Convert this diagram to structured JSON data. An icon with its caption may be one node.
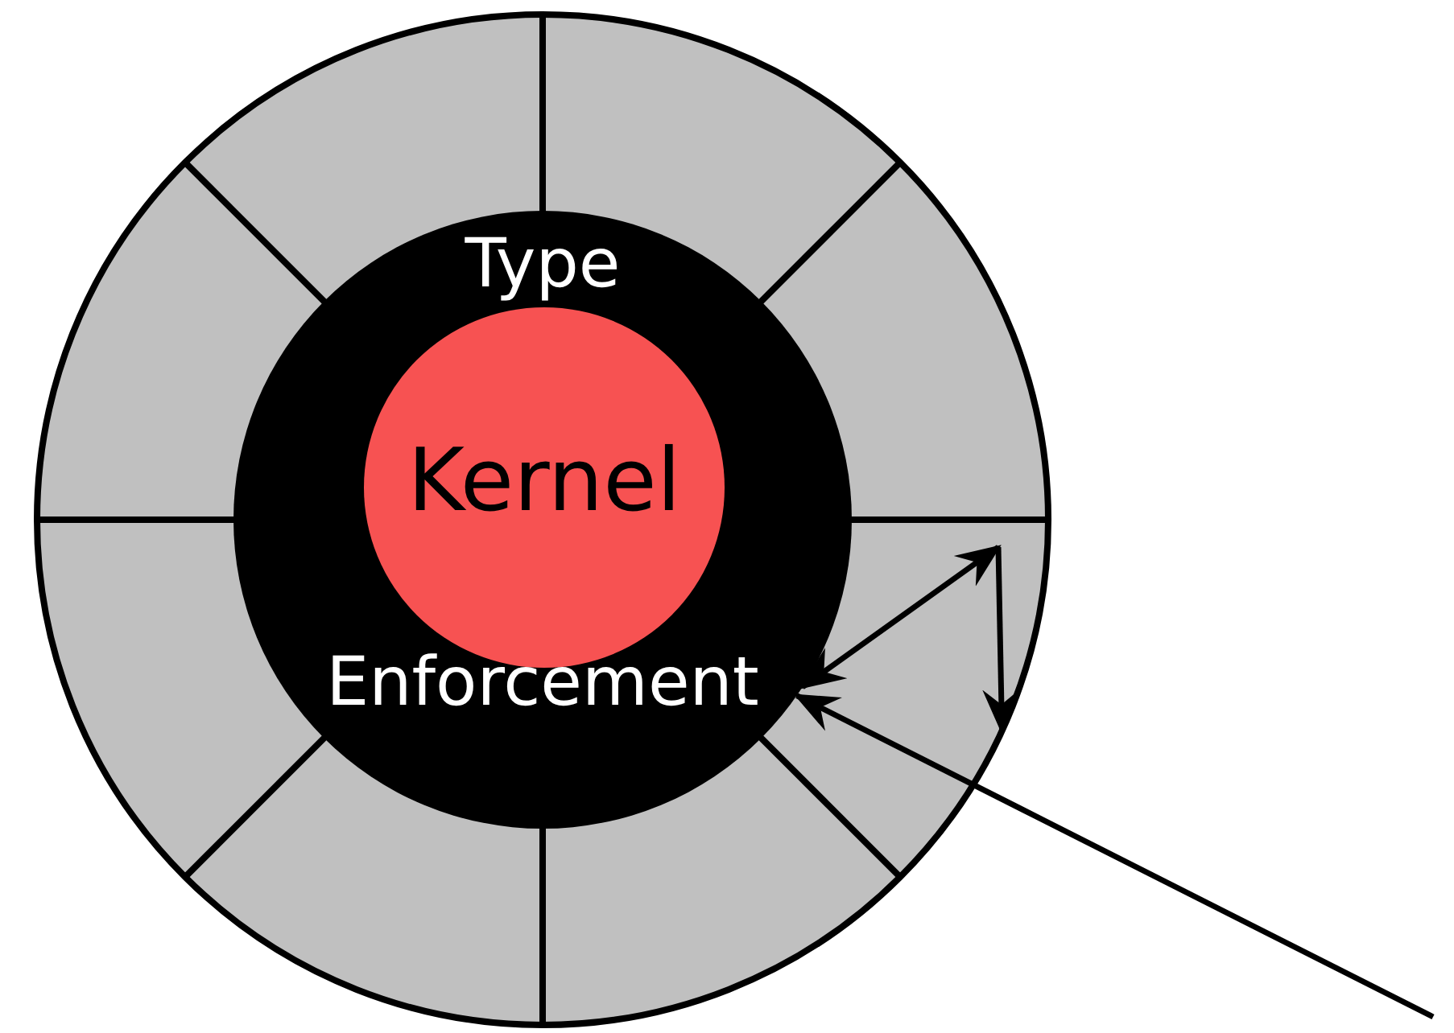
{
  "diagram": {
    "nodes": [
      {
        "text": [],
        "shape": "circle"
      },
      {
        "text": [
          "Type",
          "Enforcement"
        ],
        "in": 0
      },
      {
        "text": [
          "Kernel"
        ],
        "in": 1
      }
    ],
    "edges": [
      {
        "from": 1,
        "to": null,
        "arrow": "both"
      },
      {
        "from": null,
        "to": 0,
        "arrow": "to"
      },
      {
        "from": null,
        "to": 1,
        "arrow": "to"
      }
    ]
  }
}
